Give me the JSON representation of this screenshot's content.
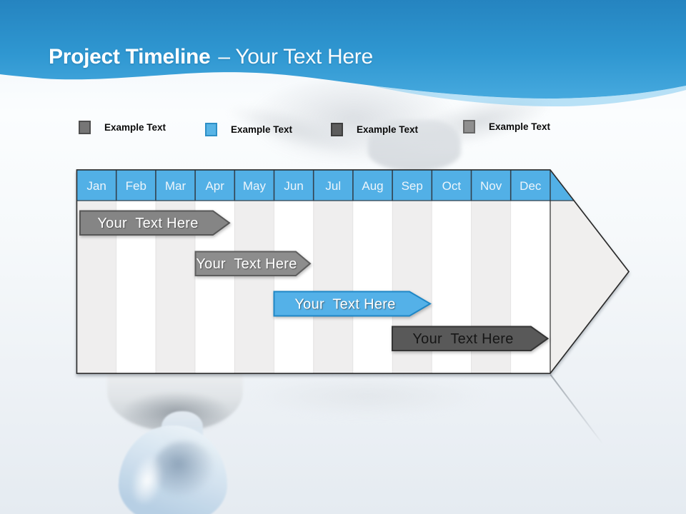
{
  "slide": {
    "title_bold": "Project Timeline",
    "title_rest": "– Your Text Here"
  },
  "legend": {
    "items": [
      {
        "label": "Example Text",
        "color": "#767676",
        "border": "#4f4f4f"
      },
      {
        "label": "Example Text",
        "color": "#58b4e6",
        "border": "#2e8fc6"
      },
      {
        "label": "Example Text",
        "color": "#5d5d5d",
        "border": "#3e3e3e"
      },
      {
        "label": "Example Text",
        "color": "#8f8f8f",
        "border": "#686868"
      }
    ]
  },
  "timeline": {
    "months": [
      "Jan",
      "Feb",
      "Mar",
      "Apr",
      "May",
      "Jun",
      "Jul",
      "Aug",
      "Sep",
      "Oct",
      "Nov",
      "Dec"
    ],
    "header_color": "#52b0e6",
    "stripe_color_odd": "#efeeee",
    "stripe_color_even": "#ffffff",
    "arrow_fill": "#f0efee",
    "bars": [
      {
        "label": "Your  Text Here",
        "fill": "#858585",
        "stroke": "#575757",
        "text_color": "#ffffff",
        "start": "Jan",
        "end": "Apr"
      },
      {
        "label": "Your  Text Here",
        "fill": "#8d8d8d",
        "stroke": "#5e5e5e",
        "text_color": "#ffffff",
        "start": "Apr",
        "end": "Jun"
      },
      {
        "label": "Your  Text Here",
        "fill": "#54b1e8",
        "stroke": "#1f87c6",
        "text_color": "#ffffff",
        "start": "Jun",
        "end": "Sep"
      },
      {
        "label": "Your  Text Here",
        "fill": "#595959",
        "stroke": "#353535",
        "text_color": "#161616",
        "start": "Sep",
        "end": "Dec"
      }
    ]
  }
}
